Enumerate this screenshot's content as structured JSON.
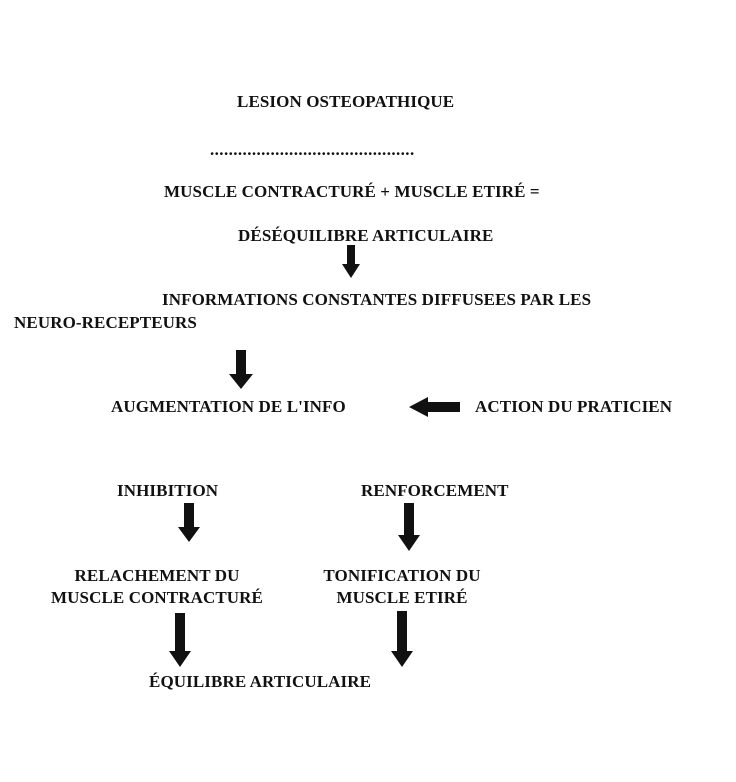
{
  "diagram": {
    "title": "LESION OSTEOPATHIQUE",
    "separator": "............................................",
    "equation_line": "MUSCLE CONTRACTURÉ + MUSCLE ETIRÉ =",
    "imbalance": "DÉSÉQUILIBRE ARTICULAIRE",
    "info_line1": "INFORMATIONS CONSTANTES DIFFUSEES PAR LES",
    "info_line2": "NEURO-RECEPTEURS",
    "augmentation": "AUGMENTATION DE L'INFO",
    "action": "ACTION DU PRATICIEN",
    "inhibition": "INHIBITION",
    "renforcement": "RENFORCEMENT",
    "relachement_line1": "RELACHEMENT DU",
    "relachement_line2": "MUSCLE CONTRACTURÉ",
    "tonification_line1": "TONIFICATION DU",
    "tonification_line2": "MUSCLE ETIRÉ",
    "equilibre": "ÉQUILIBRE ARTICULAIRE"
  },
  "colors": {
    "text": "#111111",
    "arrow": "#111111",
    "background": "#ffffff"
  }
}
